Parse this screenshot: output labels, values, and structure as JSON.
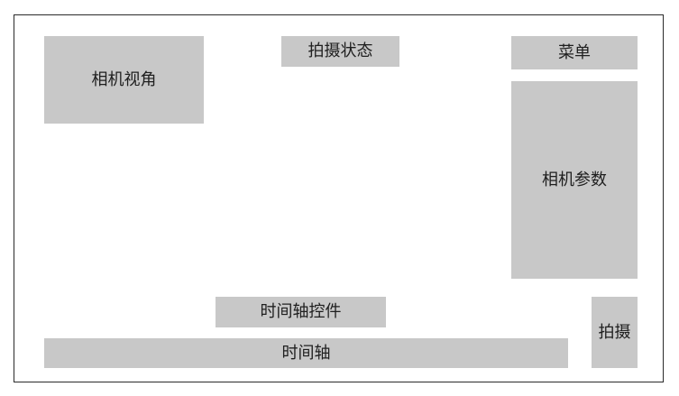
{
  "layout_diagram": {
    "blocks": {
      "camera_view": "相机视角",
      "capture_state": "拍摄状态",
      "menu": "菜单",
      "camera_params": "相机参数",
      "timeline_controls": "时间轴控件",
      "timeline": "时间轴",
      "shoot": "拍摄"
    }
  },
  "colors": {
    "block_fill": "#c8c8c8",
    "frame_border": "#2a2a2a",
    "text": "#1f1f1f",
    "background": "#ffffff"
  }
}
